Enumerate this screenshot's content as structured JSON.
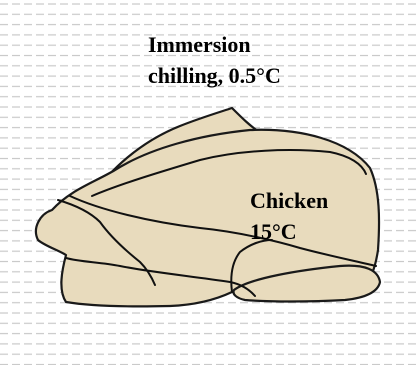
{
  "diagram": {
    "bath_label_line1": "Immersion",
    "bath_label_line2": "chilling, 0.5°C",
    "chicken_label_line1": "Chicken",
    "chicken_label_line2": "15°C"
  },
  "colors": {
    "water_dash": "#c9c9c9",
    "chicken_fill": "#e8dbbd",
    "outline": "#000000"
  }
}
